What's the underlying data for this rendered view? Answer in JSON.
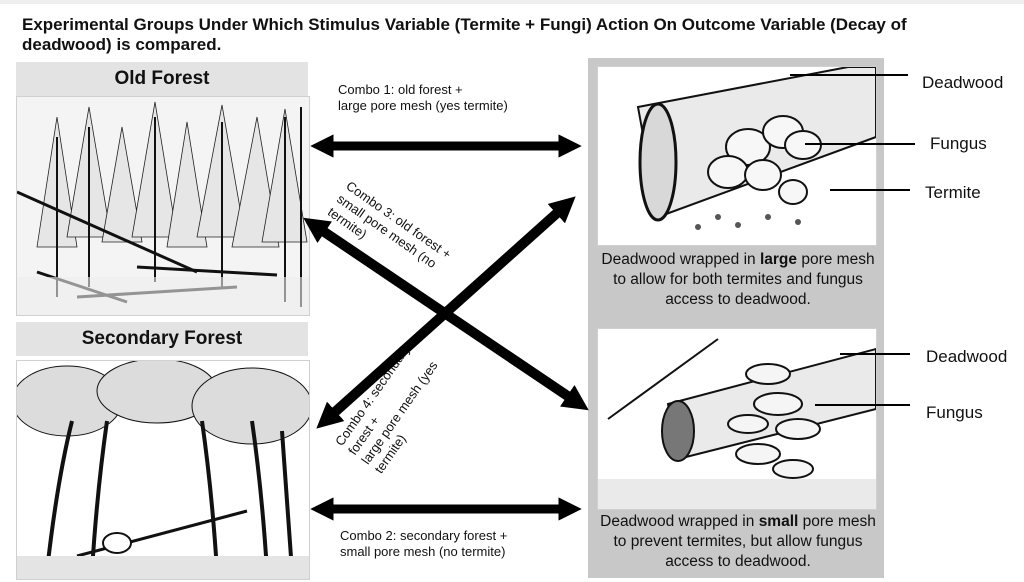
{
  "title": "Experimental Groups Under Which Stimulus Variable (Termite + Fungi) Action On Outcome Variable (Decay of deadwood) is compared.",
  "forests": {
    "old": "Old Forest",
    "secondary": "Secondary Forest"
  },
  "combos": {
    "combo1": [
      "Combo 1: old forest +",
      "large pore mesh (yes termite)"
    ],
    "combo2": [
      "Combo 2: secondary forest +",
      "small pore mesh (no termite)"
    ],
    "combo3": [
      "Combo 3: old forest +",
      "small pore mesh (no",
      "termite)"
    ],
    "combo4": [
      "Combo 4: secondary",
      "forest +",
      "large pore mesh (yes",
      "termite)"
    ]
  },
  "captions": {
    "large": {
      "pre": "Deadwood wrapped in ",
      "bold": "large",
      "post": " pore mesh to allow for both termites and fungus access to deadwood."
    },
    "small": {
      "pre": "Deadwood wrapped in ",
      "bold": "small",
      "post": " pore mesh to prevent termites, but allow fungus access to deadwood."
    }
  },
  "callouts": {
    "top": [
      "Deadwood",
      "Fungus",
      "Termite"
    ],
    "bottom": [
      "Deadwood",
      "Fungus"
    ]
  }
}
